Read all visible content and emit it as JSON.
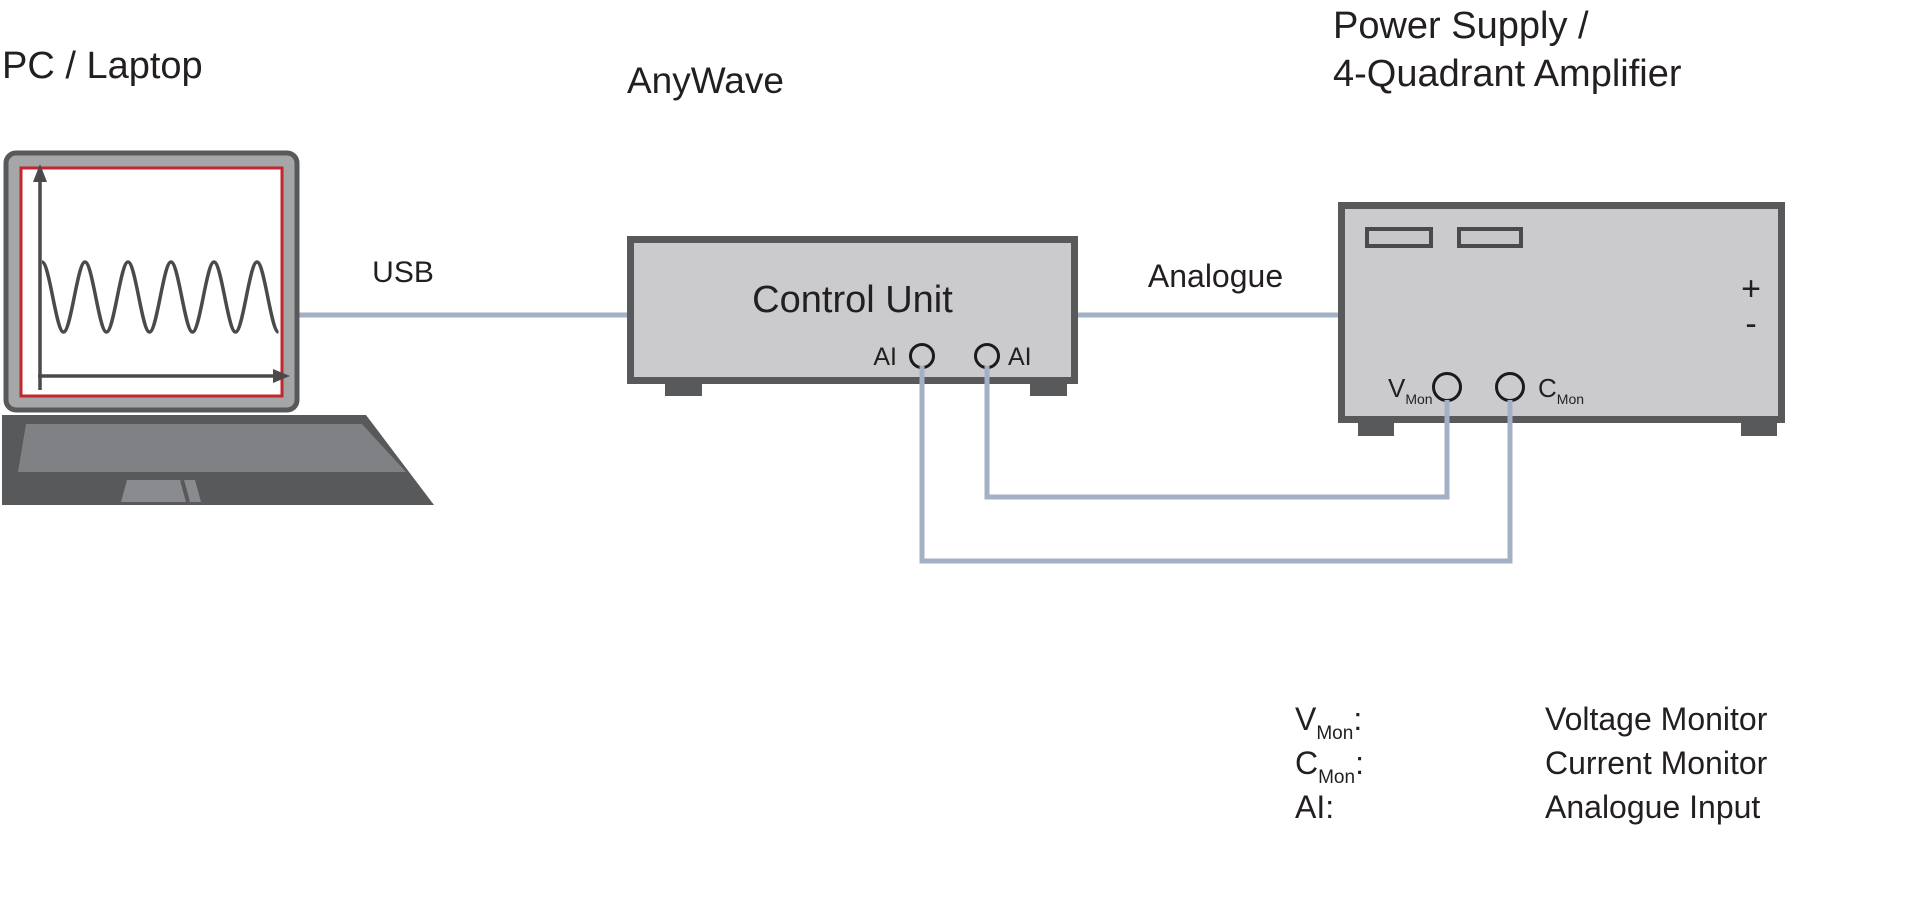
{
  "diagram": {
    "pc_label": "PC / Laptop",
    "anywave_label": "AnyWave",
    "power_supply_title": {
      "line1": "Power Supply /",
      "line2": "4-Quadrant Amplifier"
    },
    "usb_label": "USB",
    "analogue_label": "Analogue",
    "control_unit": {
      "title": "Control Unit",
      "port_left_label": "AI",
      "port_right_label": "AI"
    },
    "power_supply": {
      "plus_label": "+",
      "minus_label": "-",
      "vmon": {
        "symbol": "V",
        "subscript": "Mon"
      },
      "cmon": {
        "symbol": "C",
        "subscript": "Mon"
      }
    },
    "legend": {
      "rows": [
        {
          "symbol": "V",
          "subscript": "Mon",
          "colon": ":",
          "description": "Voltage Monitor"
        },
        {
          "symbol": "C",
          "subscript": "Mon",
          "colon": ":",
          "description": "Current Monitor"
        },
        {
          "symbol": "AI",
          "subscript": "",
          "colon": ":",
          "description": "Analogue Input"
        }
      ]
    },
    "colors": {
      "box_fill": "#cbcbcd",
      "box_border": "#58595b",
      "wire_blue_gray": "#a4b0c6",
      "screen_border_red": "#c1272d",
      "waveform_dark": "#4a4a4c",
      "laptop_frame": "#a5a6a8",
      "keyboard_gray": "#808184",
      "text": "#231f20"
    }
  }
}
